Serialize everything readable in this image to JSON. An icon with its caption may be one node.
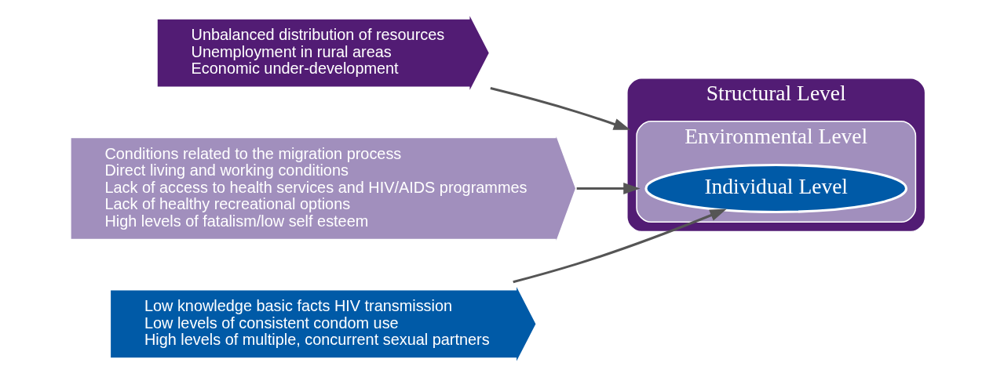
{
  "diagram": {
    "nodes": [
      {
        "text": [
          "Structural Level"
        ]
      },
      {
        "text": [
          "Environmental Level"
        ],
        "in": 0
      },
      {
        "text": [
          "Individual Level"
        ],
        "in": 1
      },
      {
        "text": [
          "Unbalanced distribution of resources",
          "Unemployment in rural areas",
          "Economic under-development"
        ]
      },
      {
        "text": [
          "Conditions related to the migration process",
          "Direct living and working conditions",
          "Lack of access to health services and HIV/AIDS programmes",
          "Lack of healthy recreational options",
          "High levels of fatalism/low self esteem"
        ]
      },
      {
        "text": [
          "Low knowledge basic facts HIV transmission",
          "Low levels of consistent condom use",
          "High levels of multiple, concurrent sexual partners"
        ]
      }
    ],
    "edges": [
      {
        "from": 3,
        "to": 0,
        "arrow": "to"
      },
      {
        "from": 4,
        "to": 1,
        "arrow": "to"
      },
      {
        "from": 5,
        "to": 2,
        "arrow": "to"
      }
    ]
  }
}
